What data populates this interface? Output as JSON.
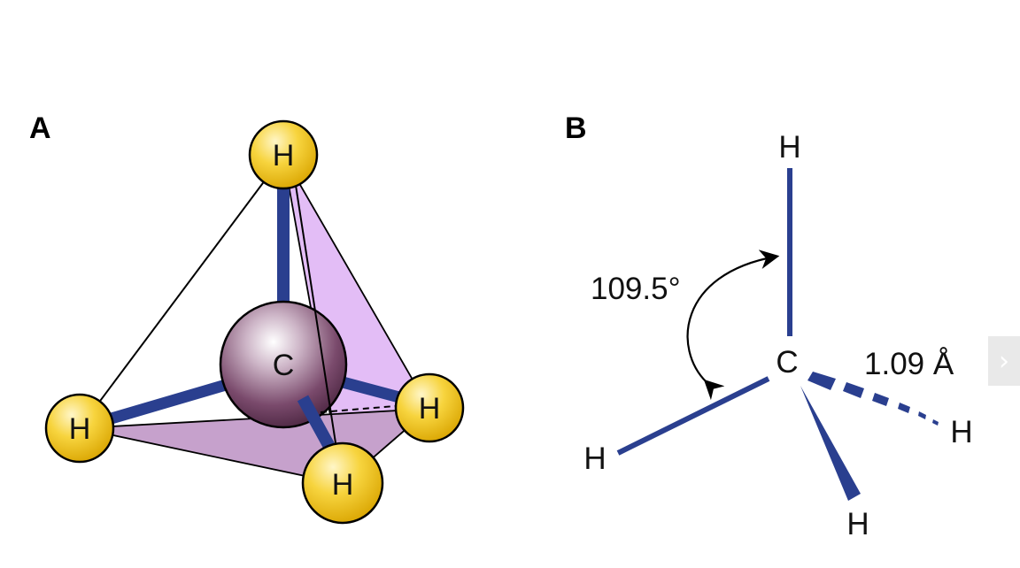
{
  "panel_a": {
    "label": "A",
    "atoms": {
      "top": "H",
      "left": "H",
      "right": "H",
      "bottom": "H",
      "center": "C"
    }
  },
  "panel_b": {
    "label": "B",
    "atoms": {
      "top": "H",
      "center": "C",
      "left": "H",
      "right": "H",
      "bottom": "H"
    },
    "angle_label": "109.5°",
    "length_label": "1.09 Å"
  },
  "navigation": {
    "next_icon": "chevron-right-icon",
    "next_glyph": "›"
  },
  "colors": {
    "bond": "#2a3f8f",
    "atom_h": "#f2c51d",
    "face": "#dcb5f0"
  }
}
